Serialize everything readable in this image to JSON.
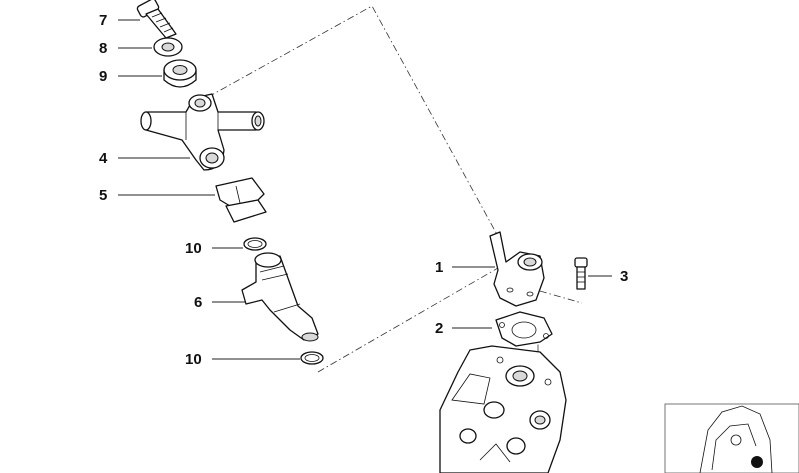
{
  "diagram": {
    "callouts": [
      {
        "num": "7",
        "part": "screw"
      },
      {
        "num": "8",
        "part": "washer"
      },
      {
        "num": "9",
        "part": "bushing"
      },
      {
        "num": "4",
        "part": "injector-rail-fitting"
      },
      {
        "num": "5",
        "part": "clip"
      },
      {
        "num": "10",
        "part": "o-ring-upper"
      },
      {
        "num": "6",
        "part": "injector"
      },
      {
        "num": "10",
        "part": "o-ring-lower"
      },
      {
        "num": "1",
        "part": "injector-housing"
      },
      {
        "num": "2",
        "part": "gasket"
      },
      {
        "num": "3",
        "part": "bolt"
      }
    ],
    "colors": {
      "line": "#111111",
      "background": "#ffffff",
      "shade": "#d9d9d9"
    }
  }
}
